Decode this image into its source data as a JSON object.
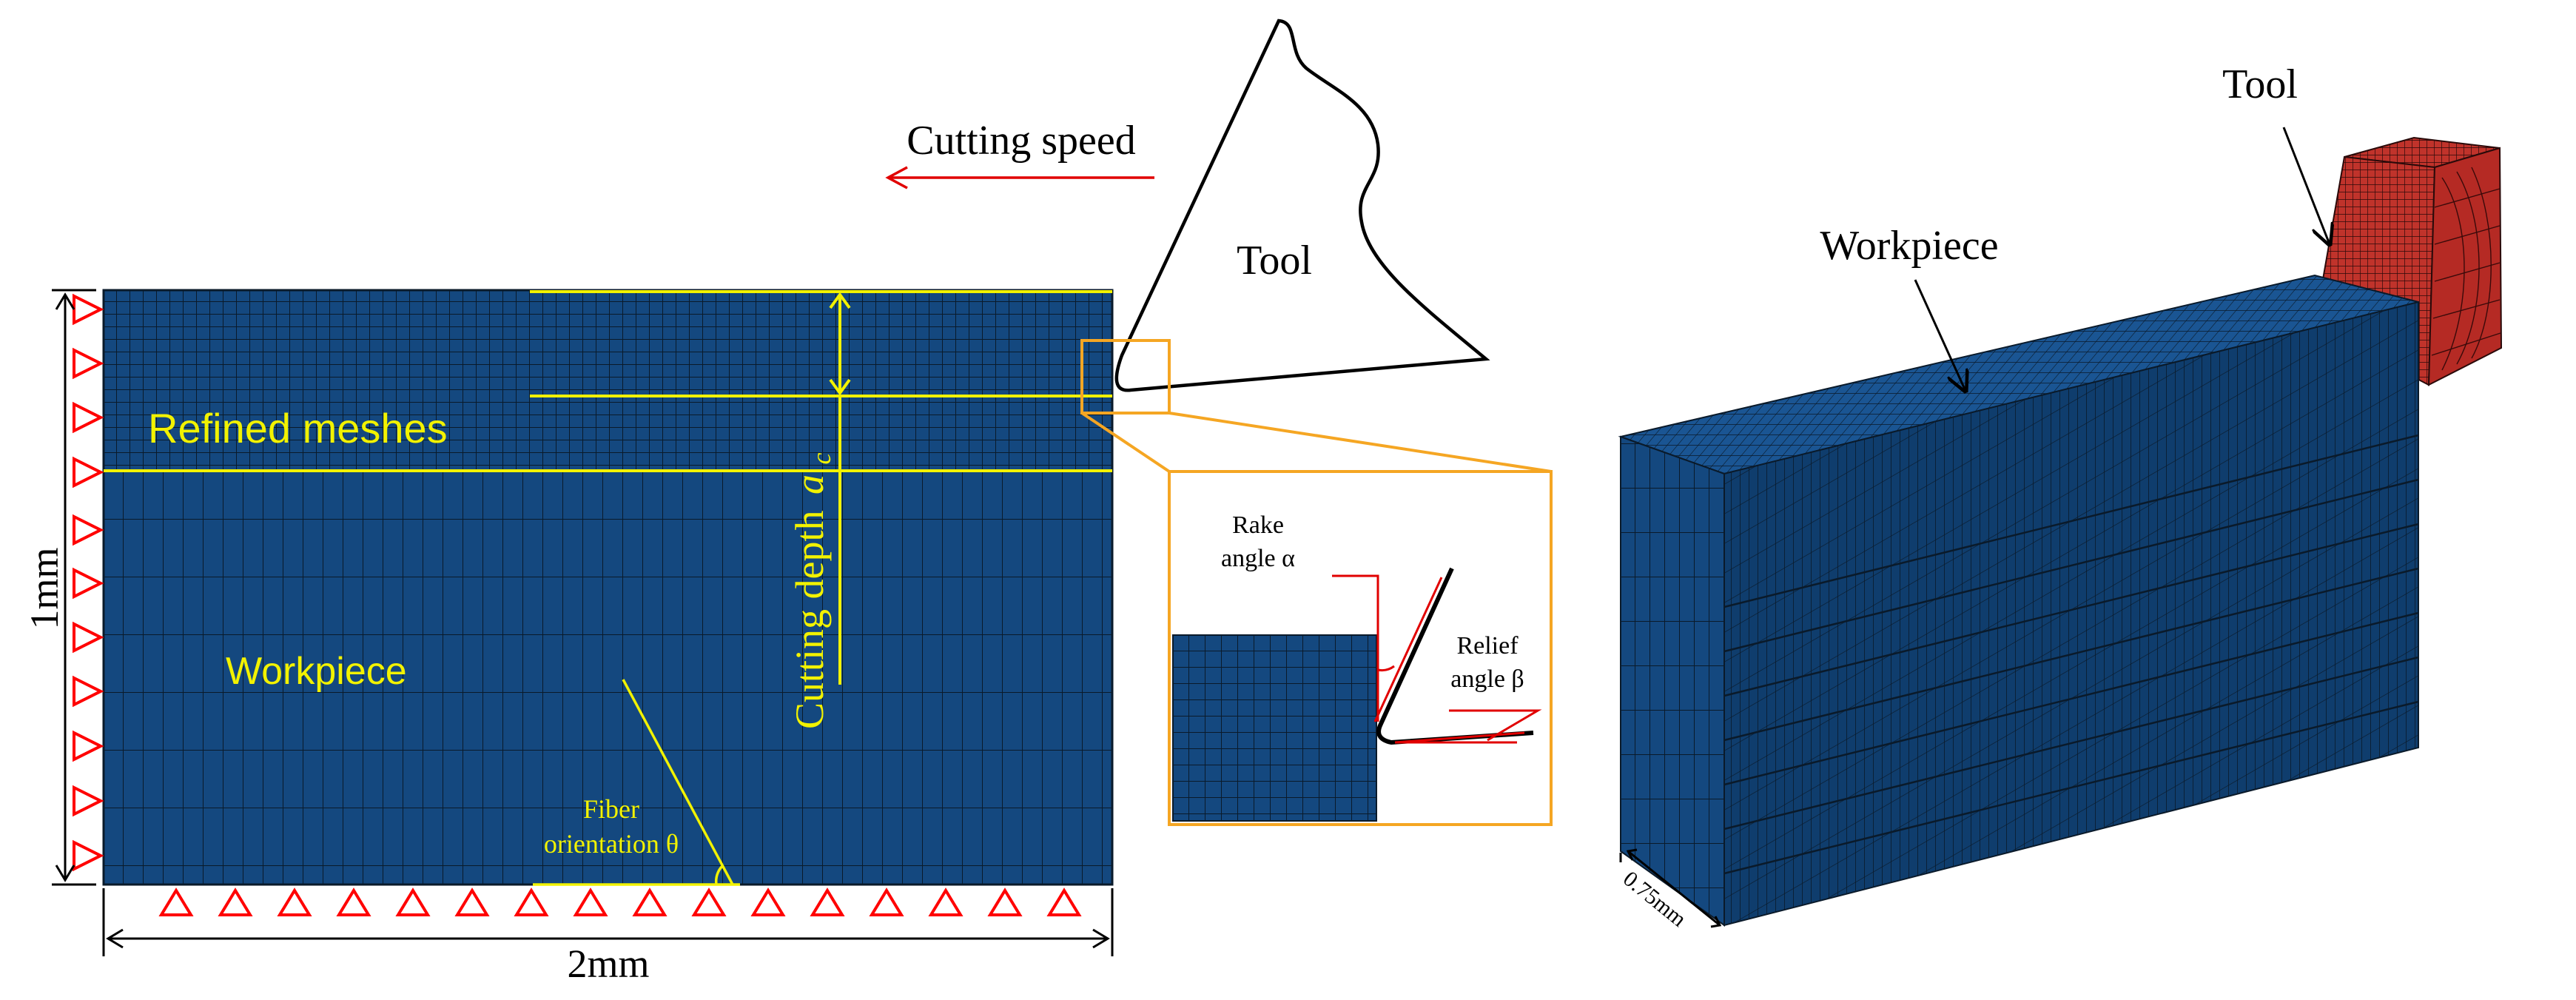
{
  "colors": {
    "mesh_fill": "#14487f",
    "mesh_line": "#0a1a2a",
    "annotation": "#f2f200",
    "boundary": "#ff0000",
    "zoom_frame": "#f5a623",
    "tool_fill": "#c0332b",
    "arrow_red": "#e10000"
  },
  "left_panel": {
    "cutting_speed_label": "Cutting speed",
    "tool_label": "Tool",
    "refined_meshes_label": "Refined meshes",
    "workpiece_label": "Workpiece",
    "cutting_depth_label": "Cutting depth",
    "cutting_depth_symbol": "a",
    "cutting_depth_subscript": "c",
    "fiber_label_line1": "Fiber",
    "fiber_label_line2": "orientation θ",
    "height_label": "1mm",
    "width_label": "2mm",
    "detail": {
      "rake_line1": "Rake",
      "rake_line2": "angle α",
      "relief_line1": "Relief",
      "relief_line2": "angle β"
    }
  },
  "right_panel": {
    "tool_label": "Tool",
    "workpiece_label": "Workpiece",
    "thickness_label": "0.75mm"
  }
}
